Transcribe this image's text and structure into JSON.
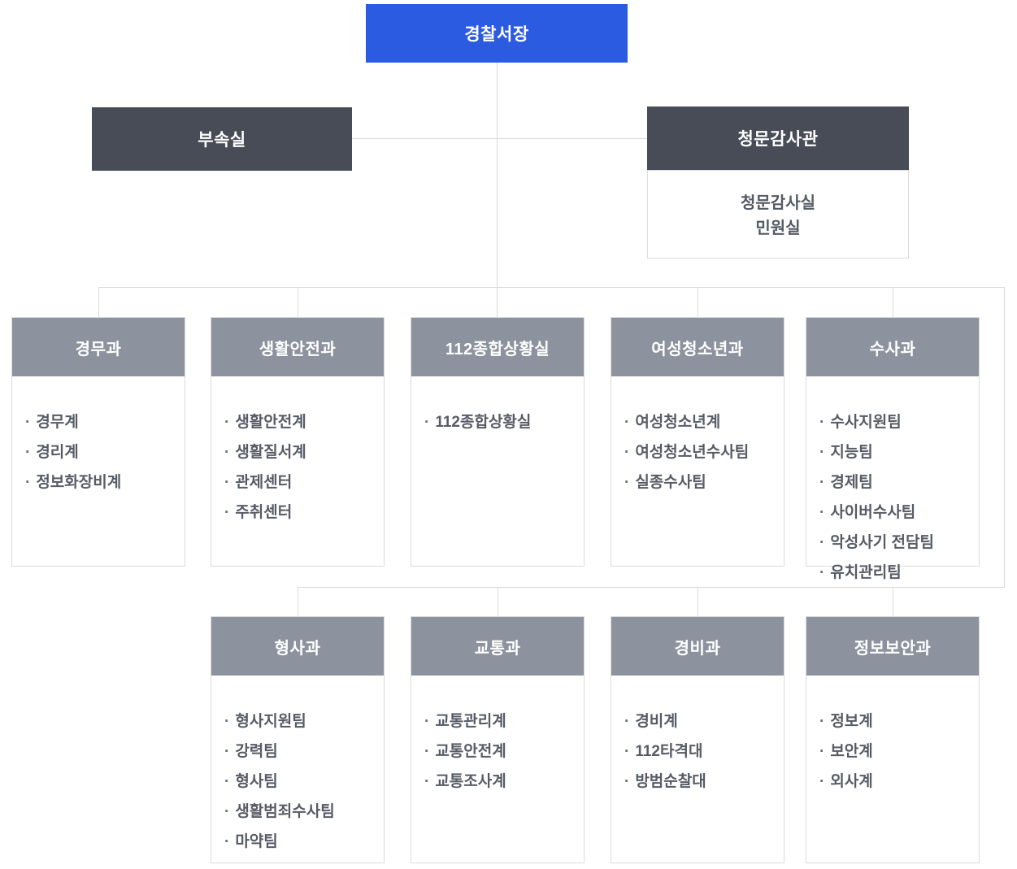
{
  "bullet": "·",
  "palette": {
    "chief_bg": "#2b5be0",
    "dark_bg": "#474c56",
    "dept_header_bg": "#8d939e",
    "line": "#d9dadb",
    "border": "#dbdbdb",
    "body_text": "#565b65"
  },
  "chief": {
    "title": "경찰서장"
  },
  "annex": {
    "title": "부속실"
  },
  "audit": {
    "title": "청문감사관",
    "items": [
      "청문감사실",
      "민원실"
    ]
  },
  "row3": [
    {
      "title": "경무과",
      "items": [
        "경무계",
        "경리계",
        "정보화장비계"
      ]
    },
    {
      "title": "생활안전과",
      "items": [
        "생활안전계",
        "생활질서계",
        "관제센터",
        "주취센터"
      ]
    },
    {
      "title": "112종합상황실",
      "items": [
        "112종합상황실"
      ]
    },
    {
      "title": "여성청소년과",
      "items": [
        "여성청소년계",
        "여성청소년수사팀",
        "실종수사팀"
      ]
    },
    {
      "title": "수사과",
      "items": [
        "수사지원팀",
        "지능팀",
        "경제팀",
        "사이버수사팀",
        "악성사기 전담팀",
        "유치관리팀"
      ]
    }
  ],
  "row4": [
    {
      "title": "형사과",
      "items": [
        "형사지원팀",
        "강력팀",
        "형사팀",
        "생활범죄수사팀",
        "마약팀"
      ]
    },
    {
      "title": "교통과",
      "items": [
        "교통관리계",
        "교통안전계",
        "교통조사계"
      ]
    },
    {
      "title": "경비과",
      "items": [
        "경비계",
        "112타격대",
        "방범순찰대"
      ]
    },
    {
      "title": "정보보안과",
      "items": [
        "정보계",
        "보안계",
        "외사계"
      ]
    }
  ]
}
